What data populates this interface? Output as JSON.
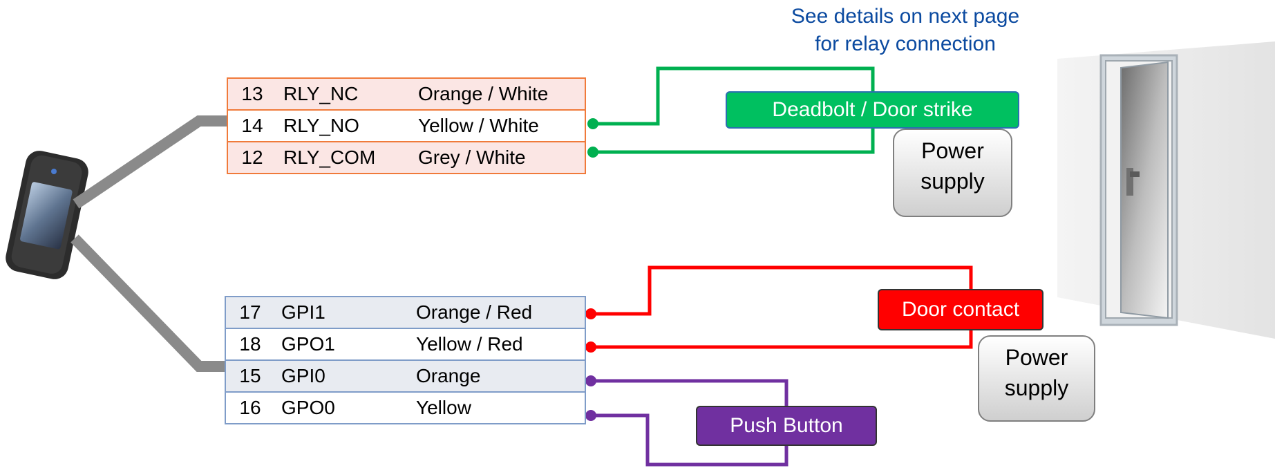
{
  "note": {
    "line1": "See details on next page",
    "line2": "for relay connection"
  },
  "relay_table": [
    {
      "num": "13",
      "signal": "RLY_NC",
      "color": "Orange / White"
    },
    {
      "num": "14",
      "signal": "RLY_NO",
      "color": "Yellow / White"
    },
    {
      "num": "12",
      "signal": "RLY_COM",
      "color": "Grey / White"
    }
  ],
  "io_table": [
    {
      "num": "17",
      "signal": "GPI1",
      "color": "Orange / Red"
    },
    {
      "num": "18",
      "signal": "GPO1",
      "color": "Yellow / Red"
    },
    {
      "num": "15",
      "signal": "GPI0",
      "color": "Orange"
    },
    {
      "num": "16",
      "signal": "GPO0",
      "color": "Yellow"
    }
  ],
  "labels": {
    "deadbolt": "Deadbolt / Door strike",
    "door_contact": "Door contact",
    "push_button": "Push Button",
    "power_supply_1_line1": "Power",
    "power_supply_1_line2": "supply",
    "power_supply_2_line1": "Power",
    "power_supply_2_line2": "supply"
  },
  "colors": {
    "relay_wire": "#00b050",
    "contact_wire": "#ff0000",
    "button_wire": "#7030a0",
    "relay_table_border": "#f07a3a",
    "io_table_border": "#7f9cc8",
    "note_text": "#0b4aa0"
  }
}
